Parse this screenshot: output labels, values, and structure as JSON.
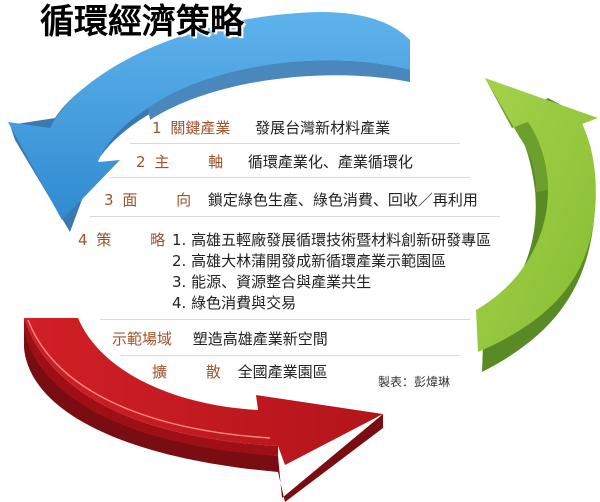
{
  "title": "循環經濟策略",
  "colors": {
    "blue_arrow": "#3b96d8",
    "green_arrow": "#8fc43a",
    "red_arrow": "#c4161c",
    "label_color": "#a0522d",
    "text_color": "#222222"
  },
  "rows": [
    {
      "number": "1",
      "label": "關鍵產業",
      "value": "發展台灣新材料產業"
    },
    {
      "number": "2",
      "label_a": "主",
      "label_b": "軸",
      "value": "循環產業化、產業循環化"
    },
    {
      "number": "3",
      "label_a": "面",
      "label_b": "向",
      "value": "鎖定綠色生產、綠色消費、回收／再利用"
    },
    {
      "number": "4",
      "label_a": "策",
      "label_b": "略"
    }
  ],
  "strategies": [
    "1. 高雄五輕廠發展循環技術暨材料創新研發專區",
    "2. 高雄大林蒲開發成新循環產業示範園區",
    "3. 能源、資源整合與產業共生",
    "4. 綠色消費與交易"
  ],
  "demo": {
    "label": "示範場域",
    "value": "塑造高雄產業新空間"
  },
  "expand": {
    "label_a": "擴",
    "label_b": "散",
    "value": "全國產業園區"
  },
  "credit": "製表：彭煒琳",
  "arrows": [
    {
      "name": "blue-arrow",
      "direction": "counter-clockwise-top"
    },
    {
      "name": "green-arrow",
      "direction": "up-right-side"
    },
    {
      "name": "red-arrow",
      "direction": "right-bottom"
    }
  ]
}
